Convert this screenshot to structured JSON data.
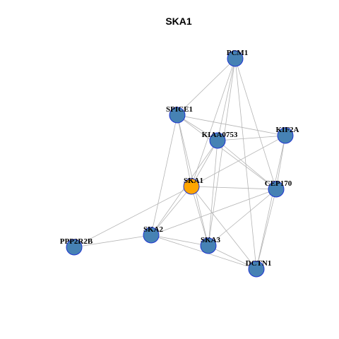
{
  "title": "SKA1",
  "colors": {
    "node_fill": "#4682b4",
    "center_fill": "#ffa500",
    "node_stroke": "#1f35d0",
    "edge": "#b4b4b4"
  },
  "nodes": [
    {
      "id": "PCM1",
      "label": "PCM1"
    },
    {
      "id": "SPICE1",
      "label": "SPICE1"
    },
    {
      "id": "KIF2A",
      "label": "KIF2A"
    },
    {
      "id": "KIAA0753",
      "label": "KIAA0753"
    },
    {
      "id": "SKA1",
      "label": "SKA1",
      "center": true
    },
    {
      "id": "CEP170",
      "label": "CEP170"
    },
    {
      "id": "PPP2R2B",
      "label": "PPP2R2B"
    },
    {
      "id": "SKA2",
      "label": "SKA2"
    },
    {
      "id": "SKA3",
      "label": "SKA3"
    },
    {
      "id": "DCTN1",
      "label": "DCTN1"
    }
  ],
  "edges": [
    [
      "PCM1",
      "SPICE1"
    ],
    [
      "PCM1",
      "KIAA0753"
    ],
    [
      "PCM1",
      "SKA1"
    ],
    [
      "PCM1",
      "SKA3"
    ],
    [
      "PCM1",
      "CEP170"
    ],
    [
      "PCM1",
      "DCTN1"
    ],
    [
      "SPICE1",
      "KIAA0753"
    ],
    [
      "SPICE1",
      "KIF2A"
    ],
    [
      "SPICE1",
      "SKA1"
    ],
    [
      "SPICE1",
      "SKA2"
    ],
    [
      "SPICE1",
      "SKA3"
    ],
    [
      "SPICE1",
      "CEP170"
    ],
    [
      "KIF2A",
      "KIAA0753"
    ],
    [
      "KIF2A",
      "SKA1"
    ],
    [
      "KIF2A",
      "CEP170"
    ],
    [
      "KIF2A",
      "DCTN1"
    ],
    [
      "KIAA0753",
      "SKA1"
    ],
    [
      "KIAA0753",
      "SKA2"
    ],
    [
      "KIAA0753",
      "SKA3"
    ],
    [
      "KIAA0753",
      "CEP170"
    ],
    [
      "SKA1",
      "CEP170"
    ],
    [
      "SKA1",
      "PPP2R2B"
    ],
    [
      "SKA1",
      "SKA2"
    ],
    [
      "SKA1",
      "SKA3"
    ],
    [
      "SKA1",
      "DCTN1"
    ],
    [
      "CEP170",
      "SKA2"
    ],
    [
      "CEP170",
      "SKA3"
    ],
    [
      "CEP170",
      "DCTN1"
    ],
    [
      "PPP2R2B",
      "SKA2"
    ],
    [
      "SKA2",
      "SKA3"
    ],
    [
      "SKA2",
      "DCTN1"
    ],
    [
      "SKA3",
      "DCTN1"
    ]
  ]
}
